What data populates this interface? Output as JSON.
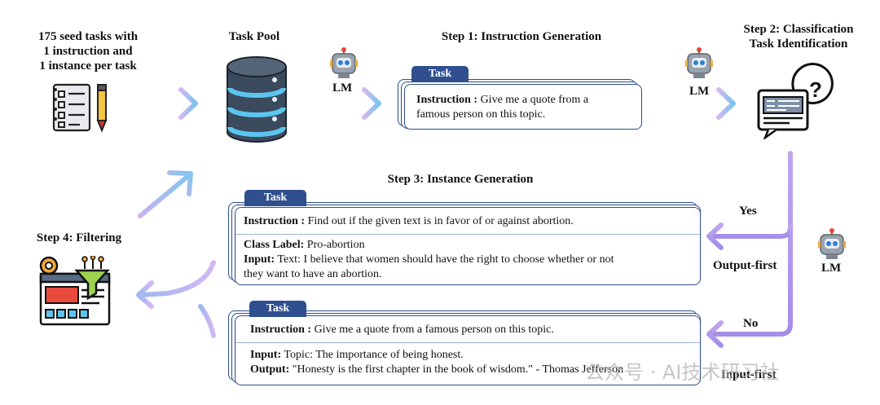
{
  "seed": {
    "line1": "175 seed tasks with",
    "line2": "1 instruction and",
    "line3": "1 instance per task"
  },
  "pool": {
    "title": "Task Pool"
  },
  "lm_label": "LM",
  "step1": {
    "title": "Step 1: Instruction Generation",
    "tab": "Task",
    "instruction_label": "Instruction :",
    "instruction_text1": "Give me a quote from a",
    "instruction_text2": "famous person on this topic."
  },
  "step2": {
    "line1": "Step 2: Classification",
    "line2": "Task Identification"
  },
  "step3": {
    "title": "Step 3: Instance Generation",
    "card1": {
      "tab": "Task",
      "instruction_label": "Instruction :",
      "instruction_text": "Find out if the given text is in favor of or against abortion.",
      "class_label": "Class Label:",
      "class_value": "Pro-abortion",
      "input_label": "Input:",
      "input_text1": "Text: I believe that women should have the right to choose whether or not",
      "input_text2": "they want to have an abortion."
    },
    "card2": {
      "tab": "Task",
      "instruction_label": "Instruction :",
      "instruction_text": "Give me a quote from a famous person on this topic.",
      "input_label": "Input:",
      "input_text": "Topic: The importance of being honest.",
      "output_label": "Output:",
      "output_text": "\"Honesty is the first chapter in the book of wisdom.\" - Thomas Jefferson"
    }
  },
  "branch": {
    "yes": "Yes",
    "output_first": "Output-first",
    "no": "No",
    "input_first": "Input-first"
  },
  "step4": {
    "title": "Step 4: Filtering"
  },
  "watermark": {
    "text": "公众号 · AI技术研习社"
  },
  "colors": {
    "arrow_start": "#c9b3ef",
    "arrow_end": "#7fc3ee",
    "card_border": "#2d4b8a",
    "tab_fill": "#2f4f8f"
  }
}
